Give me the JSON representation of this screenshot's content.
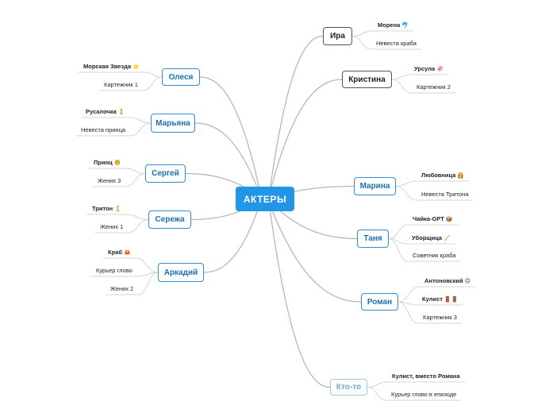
{
  "root": {
    "label": "АКТЕРЫ"
  },
  "left": [
    {
      "name": "Олеся",
      "leaves": [
        {
          "text": "Морская Звезда",
          "emoji": "⭐",
          "bold": true
        },
        {
          "text": "Картежник 1"
        }
      ]
    },
    {
      "name": "Марьяна",
      "leaves": [
        {
          "text": "Русалочка",
          "emoji": "🧜",
          "bold": true
        },
        {
          "text": "Невеста принца"
        }
      ]
    },
    {
      "name": "Сергей",
      "leaves": [
        {
          "text": "Принц",
          "emoji": "🤴",
          "bold": true
        },
        {
          "text": "Жених 3"
        }
      ]
    },
    {
      "name": "Сережа",
      "leaves": [
        {
          "text": "Тритон",
          "emoji": "🧜",
          "bold": true
        },
        {
          "text": "Жених 1"
        }
      ]
    },
    {
      "name": "Аркадий",
      "leaves": [
        {
          "text": "Краб",
          "emoji": "🦀",
          "bold": true
        },
        {
          "text": "Курьер глово"
        },
        {
          "text": "Жених 2"
        }
      ]
    }
  ],
  "right": [
    {
      "name": "Ира",
      "style": "dark",
      "leaves": [
        {
          "text": "Морена",
          "emoji": "🐬",
          "bold": true
        },
        {
          "text": "Невеста краба"
        }
      ]
    },
    {
      "name": "Кристина",
      "style": "dark",
      "leaves": [
        {
          "text": "Урсула",
          "emoji": "🦑",
          "bold": true
        },
        {
          "text": "Картежник 2"
        }
      ]
    },
    {
      "name": "Марина",
      "leaves": [
        {
          "text": "Любовница",
          "emoji": "👸",
          "bold": true
        },
        {
          "text": "Невеста Тритона"
        }
      ]
    },
    {
      "name": "Таня",
      "leaves": [
        {
          "text": "Чайка-GPT",
          "emoji": "📦",
          "bold": true
        },
        {
          "text": "Уборщица",
          "emoji": "🧹",
          "bold": true
        },
        {
          "text": "Советник краба"
        }
      ]
    },
    {
      "name": "Роман",
      "leaves": [
        {
          "text": "Антоновский",
          "emoji": "😐",
          "bold": true
        },
        {
          "text": "Кулист",
          "emoji": "🚪🚪",
          "bold": true
        },
        {
          "text": "Картежник 3"
        }
      ]
    },
    {
      "name": "Кто-то",
      "style": "faint",
      "leaves": [
        {
          "text": "Кулист, вместо Романа",
          "bold": true
        },
        {
          "text": "Курьер глово в епизоде"
        }
      ]
    }
  ],
  "colors": {
    "root": "#2196e8",
    "branch_border": "#2f8fd6",
    "branch_text": "#1a6fb5",
    "wire": "#b4b8bd",
    "leaf_rule": "#d2d5d8"
  }
}
